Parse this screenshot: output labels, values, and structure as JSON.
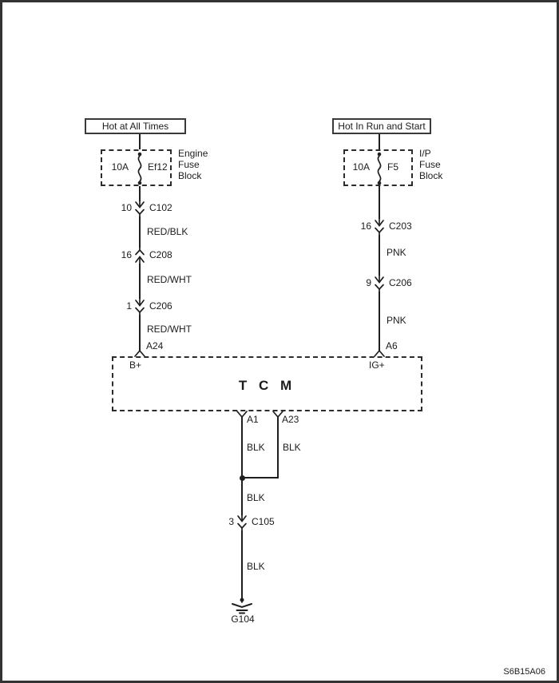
{
  "left": {
    "power_label": "Hot at All Times",
    "fuse": {
      "rating": "10A",
      "id": "Ef12",
      "block": [
        "Engine",
        "Fuse",
        "Block"
      ]
    },
    "connectors": [
      {
        "pin": "10",
        "name": "C102"
      },
      {
        "pin": "16",
        "name": "C208"
      },
      {
        "pin": "1",
        "name": "C206"
      }
    ],
    "wires": [
      "RED/BLK",
      "RED/WHT",
      "RED/WHT"
    ],
    "tcm_pin": "A24",
    "tcm_terminal": "B+"
  },
  "right": {
    "power_label": "Hot In Run and Start",
    "fuse": {
      "rating": "10A",
      "id": "F5",
      "block": [
        "I/P",
        "Fuse",
        "Block"
      ]
    },
    "connectors": [
      {
        "pin": "16",
        "name": "C203"
      },
      {
        "pin": "9",
        "name": "C206"
      }
    ],
    "wires": [
      "PNK",
      "PNK"
    ],
    "tcm_pin": "A6",
    "tcm_terminal": "IG+"
  },
  "tcm": {
    "label": "T C M"
  },
  "bottom": {
    "pins": [
      "A1",
      "A23"
    ],
    "pin_wires": [
      "BLK",
      "BLK"
    ],
    "joined_wire": "BLK",
    "connector": {
      "pin": "3",
      "name": "C105"
    },
    "ground_wire": "BLK",
    "ground_id": "G104"
  },
  "footer": {
    "code": "S6B15A06"
  }
}
